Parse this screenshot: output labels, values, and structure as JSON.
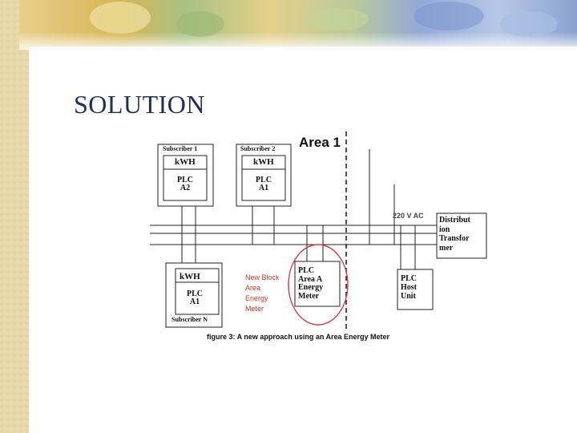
{
  "slide": {
    "title": "SOLUTION"
  },
  "diagram": {
    "area_label": "Area 1",
    "voltage_label": "220 V AC",
    "subscriber1": {
      "header": "Subscriber 1",
      "meter": "kWH",
      "plc": [
        "PLC",
        "A2"
      ]
    },
    "subscriber2": {
      "header": "Subscriber 2",
      "meter": "kWH",
      "plc": [
        "PLC",
        "A1"
      ]
    },
    "subscriberN": {
      "footer": "Subscriber N",
      "meter": "kWH",
      "plc": [
        "PLC",
        "A1"
      ]
    },
    "area_meter": [
      "PLC",
      "Area A",
      "Energy",
      "Meter"
    ],
    "new_block_note": [
      "New Block",
      "Area",
      "Energy",
      "Meter"
    ],
    "host_unit": [
      "PLC",
      "Host",
      "Unit"
    ],
    "transformer": [
      "Distribut",
      "ion",
      "Transfor",
      "mer"
    ],
    "caption": "figure 3: A new approach using an Area Energy Meter"
  },
  "colors": {
    "title": "#1f2f5a",
    "highlight_circle": "#d03a3a",
    "note_text": "#c0392b",
    "background_left": "#e6d7a8"
  }
}
